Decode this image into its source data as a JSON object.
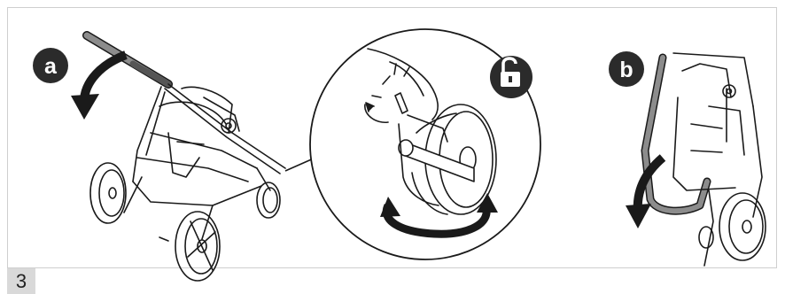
{
  "step": {
    "number": "3"
  },
  "markers": {
    "a": "a",
    "b": "b"
  },
  "icons": {
    "unlock": "padlock-open-icon",
    "rotate_left": "arrow-curved-left-icon",
    "rotate_around": "arrow-rotate-around-icon",
    "fold_down": "arrow-curved-down-icon"
  },
  "colors": {
    "line": "#1a1a1a",
    "frame_gray": "#8c8c8c",
    "badge": "#2b2b2b",
    "step_bg": "#d9d9d9",
    "panel_border": "#cfcfcf"
  }
}
